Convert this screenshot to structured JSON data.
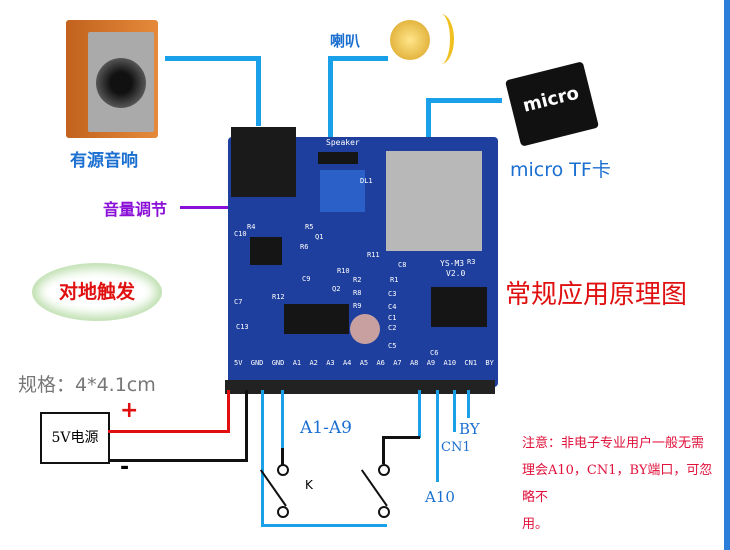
{
  "labels": {
    "active_speaker": "有源音响",
    "speaker": "喇叭",
    "micro_tf": "micro TF卡",
    "volume": "音量调节",
    "title": "常规应用原理图",
    "ground_trigger": "对地触发",
    "size": "规格：4*4.1cm",
    "power": "5V电源",
    "plus": "+",
    "minus": "-",
    "a1_a9": "A1-A9",
    "a10": "A10",
    "cn1": "CN1",
    "by": "BY",
    "k": "K"
  },
  "board": {
    "model": "YS-M3",
    "version": "V2.0",
    "speaker_silk": "Speaker",
    "pins": [
      "5V",
      "GND",
      "GND",
      "A1",
      "A2",
      "A3",
      "A4",
      "A5",
      "A6",
      "A7",
      "A8",
      "A9",
      "A10",
      "CN1",
      "BY"
    ],
    "components": [
      "R4",
      "R5",
      "C10",
      "R6",
      "Q1",
      "R11",
      "C8",
      "R3",
      "R10",
      "C9",
      "Q2",
      "R2",
      "R1",
      "R8",
      "C3",
      "R9",
      "C4",
      "C1",
      "C2",
      "C5",
      "C7",
      "R12",
      "C13",
      "C6",
      "DL1"
    ]
  },
  "note": {
    "line1": "注意：非电子专业用户一般无需",
    "line2": "理会A10，CN1，BY端口，可忽略不",
    "line3": "用。"
  },
  "colors": {
    "board": "#1f3f9e",
    "wire_blue": "#1aa0e8",
    "wire_red": "#e01010",
    "text_red": "#e0103a",
    "purple": "#8a10d8"
  }
}
